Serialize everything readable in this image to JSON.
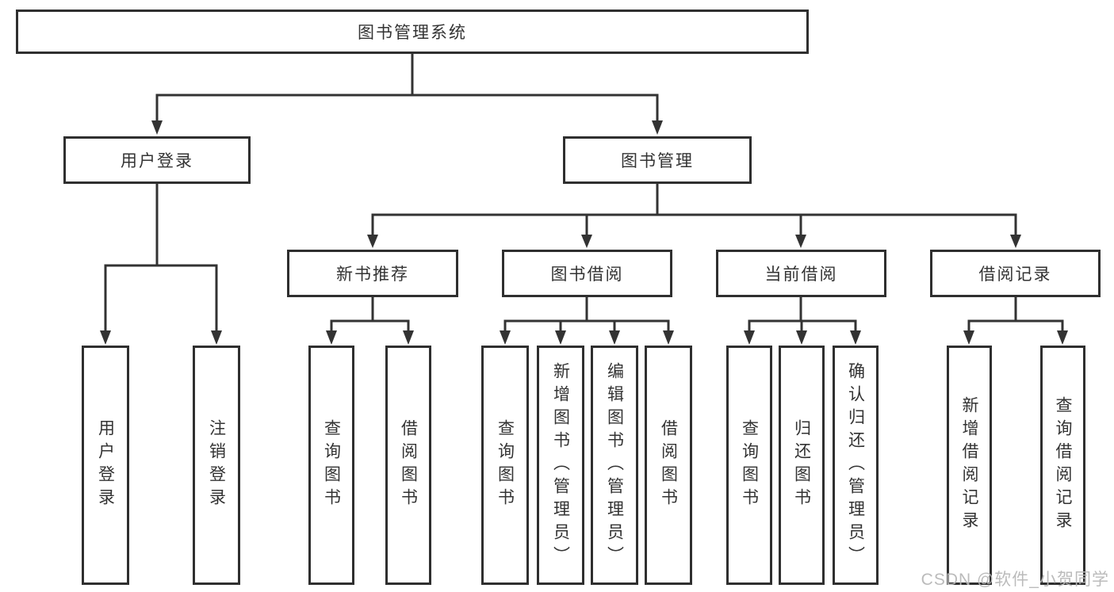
{
  "tree": {
    "root": {
      "label": "图书管理系统"
    },
    "children": [
      {
        "label": "用户登录",
        "children": [
          {
            "label": "用户登录"
          },
          {
            "label": "注销登录"
          }
        ]
      },
      {
        "label": "图书管理",
        "children": [
          {
            "label": "新书推荐",
            "children": [
              {
                "label": "查询图书"
              },
              {
                "label": "借阅图书"
              }
            ]
          },
          {
            "label": "图书借阅",
            "children": [
              {
                "label": "查询图书"
              },
              {
                "label": "新增图书（管理员）"
              },
              {
                "label": "编辑图书（管理员）"
              },
              {
                "label": "借阅图书"
              }
            ]
          },
          {
            "label": "当前借阅",
            "children": [
              {
                "label": "查询图书"
              },
              {
                "label": "归还图书"
              },
              {
                "label": "确认归还（管理员）"
              }
            ]
          },
          {
            "label": "借阅记录",
            "children": [
              {
                "label": "新增借阅记录"
              },
              {
                "label": "查询借阅记录"
              }
            ]
          }
        ]
      }
    ]
  },
  "watermark": {
    "text": "CSDN @软件_小贺同学"
  },
  "colors": {
    "line": "#333333",
    "box_border": "#2f2f2f",
    "box_fill": "#ffffff",
    "text": "#333333",
    "watermark": "#b7b7b7"
  }
}
